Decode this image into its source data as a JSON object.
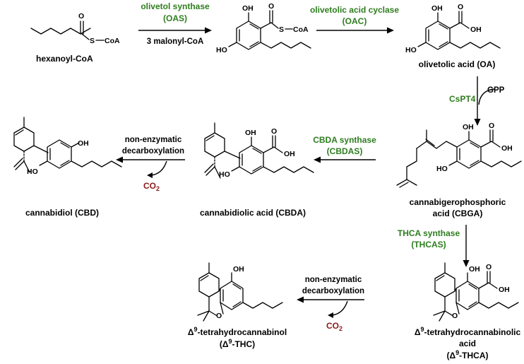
{
  "compounds": {
    "hexanoyl_coa": "hexanoyl-CoA",
    "oa": "olivetolic acid (OA)",
    "cbga_1": "cannabigerophosphoric",
    "cbga_2": "acid (CBGA)",
    "cbda": "cannabidiolic acid (CBDA)",
    "cbd": "cannabidiol (CBD)",
    "thca_1": "-tetrahydrocannabinolic",
    "thca_2": "acid",
    "thca_3": "-THCA)",
    "thc_1": "-tetrahydrocannabinol",
    "thc_2": "-THC)"
  },
  "enzymes": {
    "olivetol_synthase": "olivetol synthase",
    "oas": "(OAS)",
    "olivetolic_acid_cyclase": "olivetolic acid cyclase",
    "oac": "(OAC)",
    "cspt4": "CsPT4",
    "cbda_synthase": "CBDA synthase",
    "cbdas": "(CBDAS)",
    "thca_synthase": "THCA synthase",
    "thcas": "(THCAS)"
  },
  "conditions": {
    "malonyl": "3 malonyl-CoA",
    "gpp": "GPP",
    "non_enzymatic": "non-enzymatic",
    "decarboxylation": "decarboxylation",
    "co2": "CO",
    "co2_sub": "2"
  },
  "symbols": {
    "delta": "Δ",
    "nine": "9",
    "open_paren": "("
  },
  "atoms": {
    "S": "S",
    "CoA": "CoA",
    "O": "O",
    "OH": "OH",
    "HO": "HO"
  },
  "colors": {
    "enzyme_green": "#2e7d1f",
    "co2_red": "#8b1a1a"
  }
}
